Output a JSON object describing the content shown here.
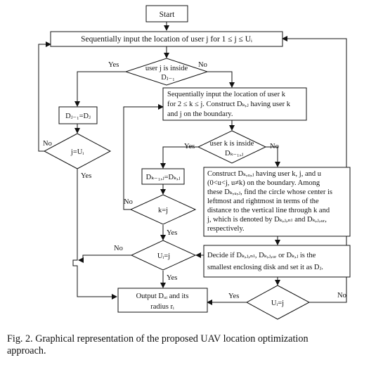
{
  "nodes": {
    "start": "Start",
    "input_user_j": "Sequentially input the location of user j for 1 ≤ j ≤ Uᵢ",
    "cond_user_j_inside": [
      "user j is inside",
      "Dⱼ₋₁"
    ],
    "set_dj": "Dⱼ₋₁=Dⱼ",
    "cond_j_eq_ui": "j=Uᵢ",
    "input_user_k": [
      "Sequentially input the location of user k",
      "for 2 ≤ k ≤ j. Construct Dₖ,ⱼ having user k",
      "and j on the boundary."
    ],
    "cond_user_k_inside": [
      "user k is inside",
      "Dₖ₋₁,ⱼ"
    ],
    "set_dkj": "Dₖ₋₁,ⱼ=Dₖ,ⱼ",
    "construct_dkuj": [
      "Construct Dₖ,ᵤ,ⱼ having user k, j, and u",
      "(0<u<j, u≠k) on the boundary. Among",
      "these Dₖ,ᵤ,ⱼ, find the circle whose center is",
      "leftmost and rightmost in terms of the",
      "distance to the vertical line through k and",
      "j, which is denoted by Dₖ,ⱼ,ₙₗ and Dₖ,ⱼ,ᵤᵣ,",
      "respectively."
    ],
    "cond_k_eq_j": "k=j",
    "cond_ui_eq_j_left": "Uᵢ=j",
    "decide": [
      "Decide if Dₖ,ⱼ,ₙₗ, Dₖ,ⱼ,ᵤᵣ or Dₖ,ⱼ is the",
      "smallest enclosing disk and set it as Dⱼ."
    ],
    "output": [
      "Output Dᵤᵢ and its",
      "radius rᵢ"
    ],
    "cond_ui_eq_j_right": "Uᵢ=j"
  },
  "labels": {
    "yes": "Yes",
    "no": "No"
  },
  "caption": {
    "line1": "Fig. 2.  Graphical representation of the proposed UAV location optimization",
    "line2": "approach."
  }
}
